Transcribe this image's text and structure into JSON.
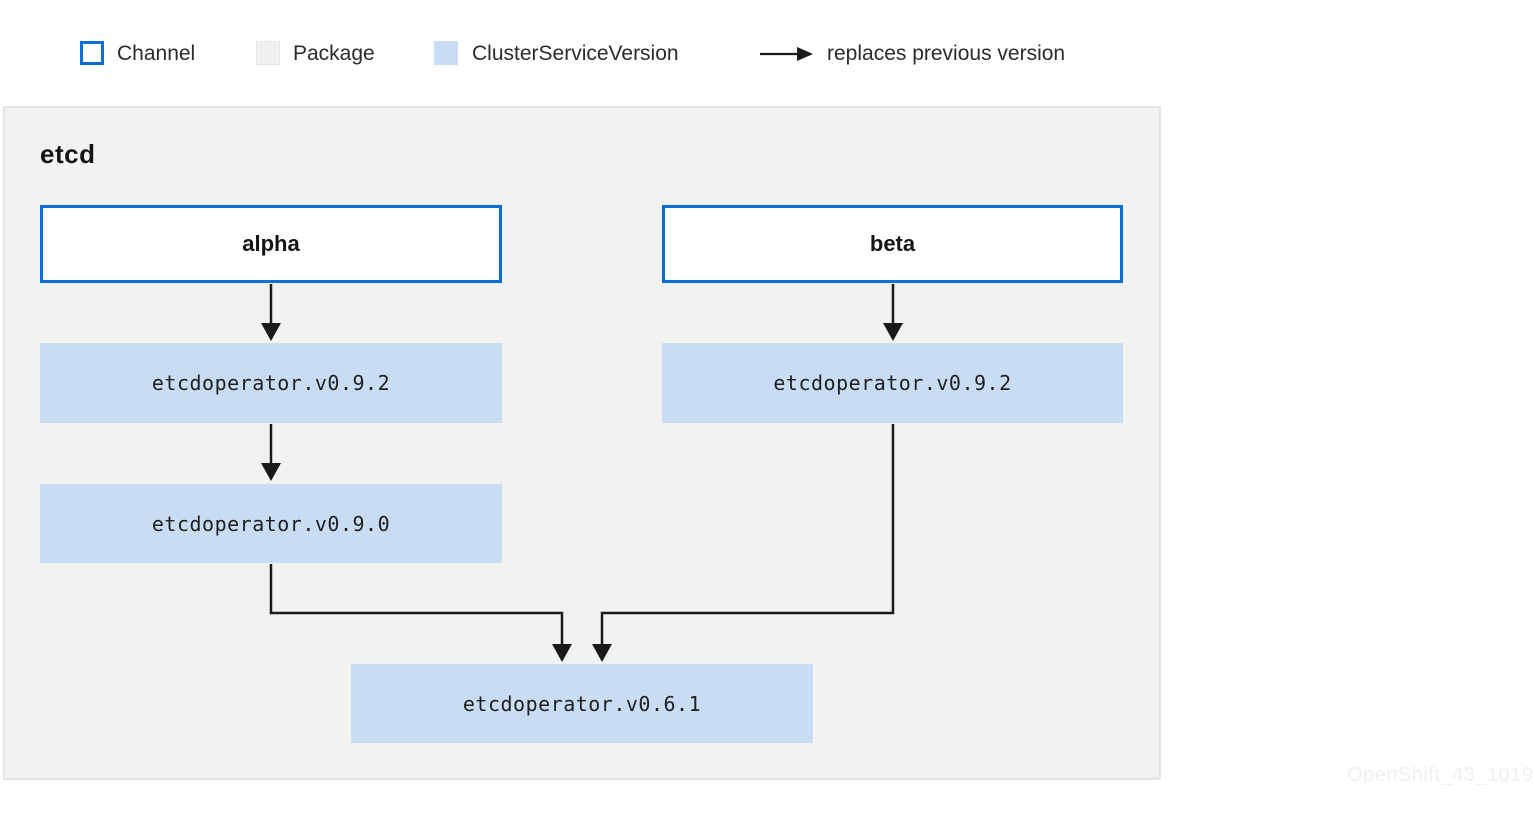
{
  "legend": {
    "items": [
      {
        "label": "Channel",
        "type": "channel"
      },
      {
        "label": "Package",
        "type": "package"
      },
      {
        "label": "ClusterServiceVersion",
        "type": "cluster-service-version"
      }
    ],
    "arrow_label": "replaces previous version"
  },
  "package": {
    "name": "etcd",
    "channels": [
      {
        "name": "alpha",
        "versions": [
          "etcdoperator.v0.9.2",
          "etcdoperator.v0.9.0"
        ]
      },
      {
        "name": "beta",
        "versions": [
          "etcdoperator.v0.9.2"
        ]
      }
    ],
    "shared_version": "etcdoperator.v0.6.1",
    "edges": [
      {
        "from": "alpha",
        "to": "etcdoperator.v0.9.2"
      },
      {
        "from": "etcdoperator.v0.9.2",
        "to": "etcdoperator.v0.9.0"
      },
      {
        "from": "etcdoperator.v0.9.0",
        "to": "etcdoperator.v0.6.1"
      },
      {
        "from": "beta",
        "to": "etcdoperator.v0.9.2"
      },
      {
        "from": "etcdoperator.v0.9.2",
        "to": "etcdoperator.v0.6.1"
      }
    ]
  },
  "watermark": "OpenShift_43_1019",
  "colors": {
    "channel_border": "#0d6dd8",
    "csv_fill": "#c8ddf4",
    "package_fill": "#f0f0ee",
    "panel_bg": "#f2f2f1",
    "arrow": "#1a1a1a"
  }
}
